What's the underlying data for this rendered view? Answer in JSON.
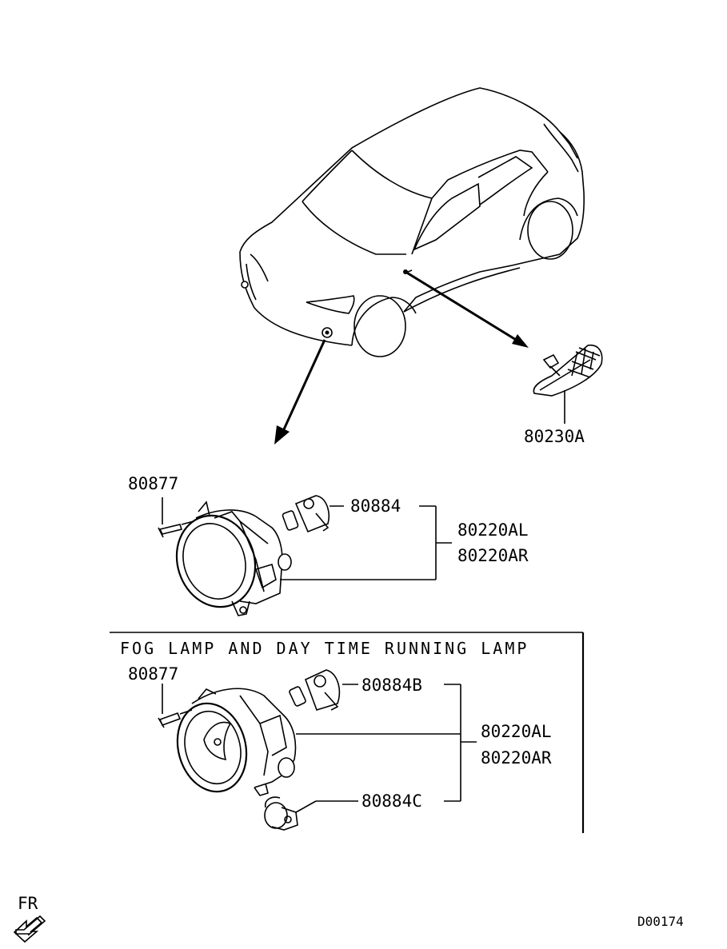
{
  "labels": {
    "side_marker": "80230A",
    "screw_upper": "80877",
    "bulb_upper": "80884",
    "fog_lamp_left_upper": "80220AL",
    "fog_lamp_right_upper": "80220AR",
    "section_title": "FOG LAMP AND DAY TIME RUNNING LAMP",
    "screw_lower": "80877",
    "bulb_lower_b": "80884B",
    "fog_lamp_left_lower": "80220AL",
    "fog_lamp_right_lower": "80220AR",
    "bulb_lower_c": "80884C",
    "direction": "FR",
    "drawing_code": "D00174"
  }
}
